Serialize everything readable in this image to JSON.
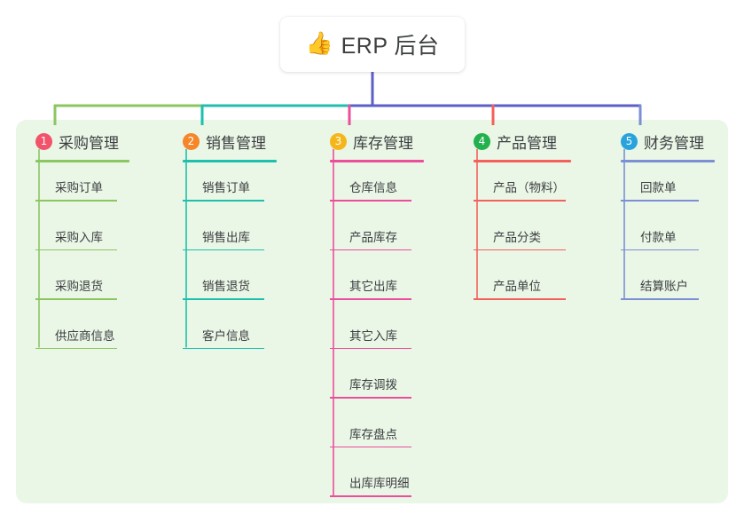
{
  "root": {
    "icon": "thumbs-up-icon",
    "icon_glyph": "👍",
    "title": "ERP 后台"
  },
  "theme": {
    "panel_bg": "#eaf6e6",
    "page_bg": "#ffffff",
    "text": "#3c3f41",
    "root_stem": "#5b5fc7"
  },
  "columns": [
    {
      "number": "1",
      "title": "采购管理",
      "badge_color": "#f2526a",
      "line_color": "#8cc661",
      "items": [
        {
          "label": "采购订单"
        },
        {
          "label": "采购入库"
        },
        {
          "label": "采购退货"
        },
        {
          "label": "供应商信息"
        }
      ]
    },
    {
      "number": "2",
      "title": "销售管理",
      "badge_color": "#f5862a",
      "line_color": "#1fbfae",
      "items": [
        {
          "label": "销售订单"
        },
        {
          "label": "销售出库"
        },
        {
          "label": "销售退货"
        },
        {
          "label": "客户信息"
        }
      ]
    },
    {
      "number": "3",
      "title": "库存管理",
      "badge_color": "#f5b61c",
      "line_color": "#ec4e9c",
      "items": [
        {
          "label": "仓库信息"
        },
        {
          "label": "产品库存"
        },
        {
          "label": "其它出库"
        },
        {
          "label": "其它入库"
        },
        {
          "label": "库存调拨"
        },
        {
          "label": "库存盘点"
        },
        {
          "label": "出库库明细"
        }
      ]
    },
    {
      "number": "4",
      "title": "产品管理",
      "badge_color": "#22b14c",
      "line_color": "#f4605c",
      "items": [
        {
          "label": "产品（物料）"
        },
        {
          "label": "产品分类"
        },
        {
          "label": "产品单位"
        }
      ]
    },
    {
      "number": "5",
      "title": "财务管理",
      "badge_color": "#29a3dc",
      "line_color": "#7b8fd4",
      "items": [
        {
          "label": "回款单"
        },
        {
          "label": "付款单"
        },
        {
          "label": "结算账户"
        }
      ]
    }
  ]
}
